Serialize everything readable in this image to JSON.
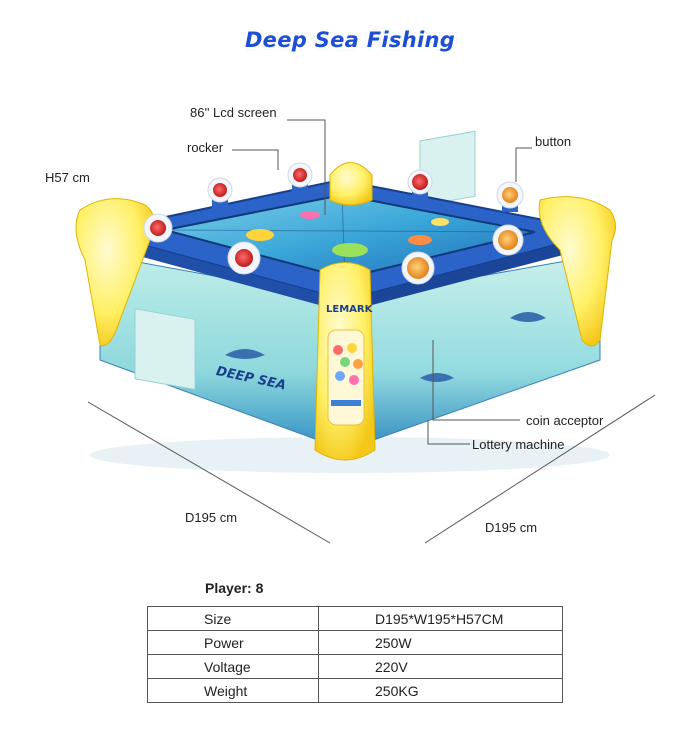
{
  "title": "Deep Sea Fishing",
  "callouts": {
    "lcd": "86'' Lcd screen",
    "rocker": "rocker",
    "button": "button",
    "height": "H57 cm",
    "coin": "coin acceptor",
    "lottery": "Lottery machine",
    "depth_left": "D195 cm",
    "depth_right": "D195 cm"
  },
  "machine_text": {
    "logo": "DEEP SEA",
    "brand": "LEMARK"
  },
  "player": "Player: 8",
  "specs": [
    {
      "key": "Size",
      "value": "D195*W195*H57CM"
    },
    {
      "key": "Power",
      "value": "250W"
    },
    {
      "key": "Voltage",
      "value": "220V"
    },
    {
      "key": "Weight",
      "value": "250KG"
    }
  ],
  "colors": {
    "title": "#1d4fd6",
    "cabinet_blue": "#2b63c8",
    "panel_teal": "#7fd3d6",
    "dolphin_yellow": "#ffe94a"
  }
}
